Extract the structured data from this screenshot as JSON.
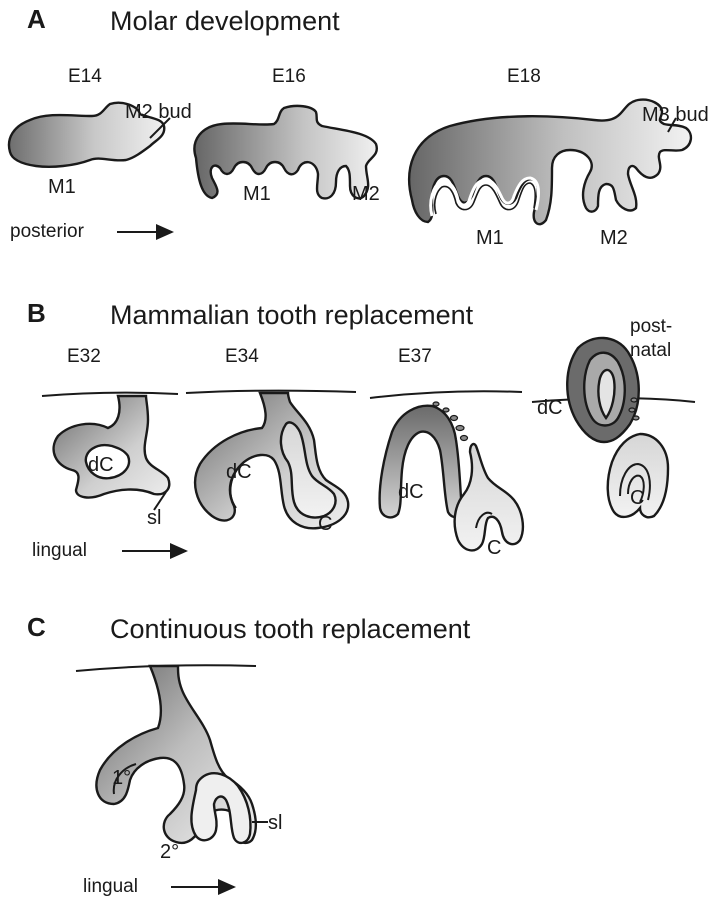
{
  "panels": {
    "a": {
      "letter": "A",
      "title": "Molar development",
      "stages": [
        "E14",
        "E16",
        "E18"
      ],
      "labels": {
        "e14_m1": "M1",
        "e14_m2bud": "M2 bud",
        "e16_m1": "M1",
        "e16_m2": "M2",
        "e18_m1": "M1",
        "e18_m2": "M2",
        "e18_m3bud": "M3 bud"
      },
      "direction": "posterior"
    },
    "b": {
      "letter": "B",
      "title": "Mammalian tooth replacement",
      "stages": [
        "E32",
        "E34",
        "E37",
        "post-",
        "natal"
      ],
      "labels": {
        "e32_dc": "dC",
        "e32_sl": "sl",
        "e34_dc": "dC",
        "e34_c": "C",
        "e37_dc": "dC",
        "e37_c": "C",
        "pn_dc": "dC",
        "pn_c": "C"
      },
      "direction": "lingual"
    },
    "c": {
      "letter": "C",
      "title": "Continuous tooth replacement",
      "labels": {
        "first": "1°",
        "second": "2°",
        "sl": "sl"
      },
      "direction": "lingual"
    }
  },
  "colors": {
    "dark_fill": "#6b6b6b",
    "mid_fill": "#a9a9a9",
    "light_fill": "#ececec",
    "outline": "#1a1a1a"
  }
}
